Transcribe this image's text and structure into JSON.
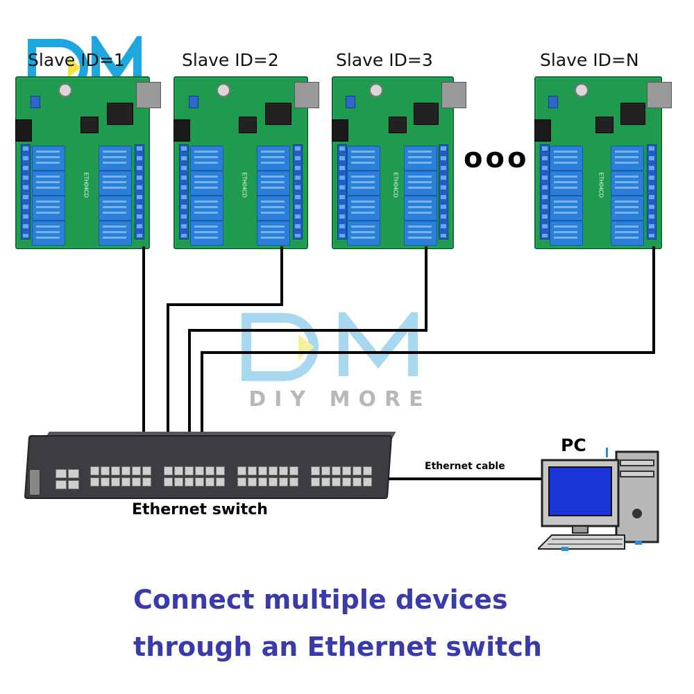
{
  "slaves": [
    {
      "label": "Slave ID=1"
    },
    {
      "label": "Slave ID=2"
    },
    {
      "label": "Slave ID=3"
    },
    {
      "label": "Slave ID=N"
    }
  ],
  "board_silkscreen": "ETH04CD",
  "ellipsis": "ooo",
  "watermark": {
    "logo": "DM",
    "brand": "DIY MORE"
  },
  "switch_label": "Ethernet switch",
  "pc_label": "PC",
  "cable_label": "Ethernet cable",
  "caption": {
    "line1": "Connect multiple devices",
    "line2": "through an Ethernet switch"
  },
  "colors": {
    "board": "#1f9a4f",
    "relay": "#2a7fd8",
    "caption": "#3a3aa8",
    "watermark": "#a8d8ef"
  }
}
